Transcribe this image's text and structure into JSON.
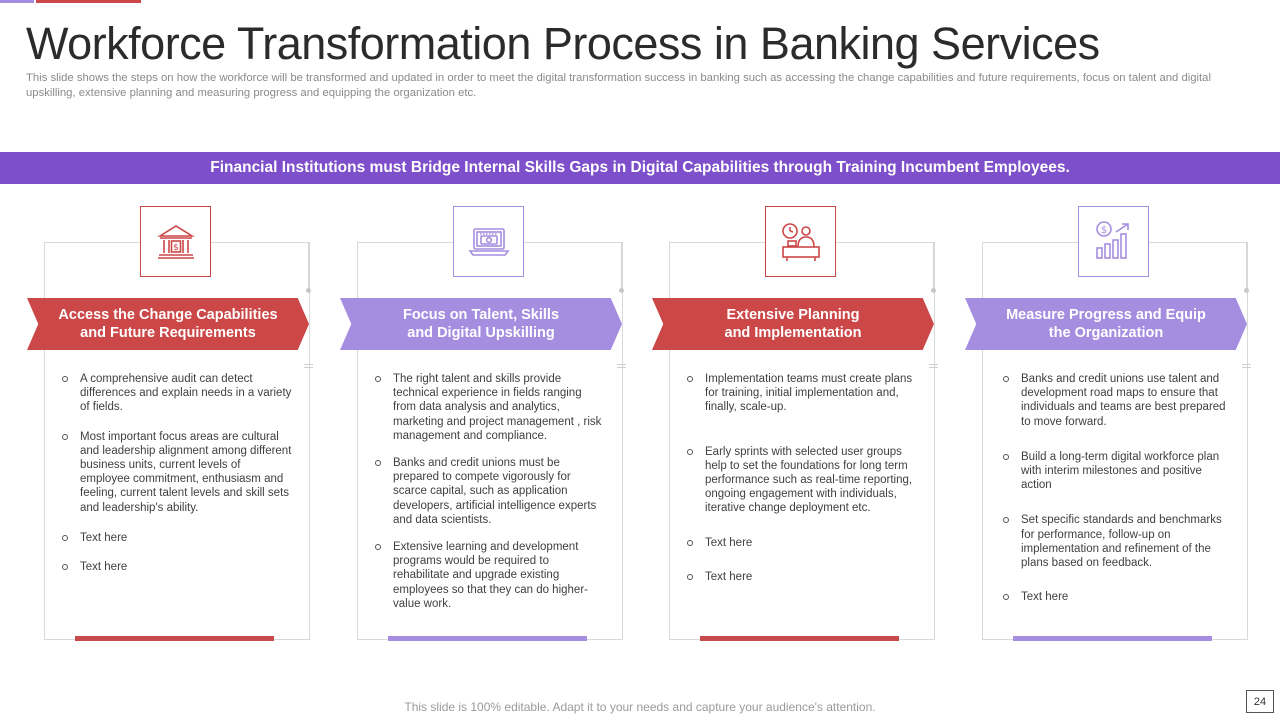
{
  "colors": {
    "red": "#cc4747",
    "lavender": "#a58ee0",
    "banner": "#7d4fca",
    "accent_bar": "#c94a4a"
  },
  "title": "Workforce Transformation Process in Banking Services",
  "subtitle": "This slide shows the steps on how the workforce will be transformed and updated in order to meet the digital transformation success in banking such as accessing the change capabilities and future requirements, focus on talent and digital upskilling, extensive planning and measuring progress and equipping the organization etc.",
  "banner": "Financial Institutions  must Bridge Internal Skills  Gaps in Digital Capabilities through Training Incumbent Employees.",
  "steps": [
    {
      "heading_line1": "Access the Change Capabilities",
      "heading_line2": "and Future Requirements",
      "icon": "bank-icon",
      "color": "red",
      "bullets": [
        "A comprehensive audit can detect differences and explain needs in a variety  of fields.",
        "Most important focus areas are cultural and leadership alignment among different business units, current levels of employee commitment, enthusiasm and feeling, current talent levels and skill sets and leadership's ability.",
        "Text here",
        "Text here"
      ]
    },
    {
      "heading_line1": "Focus on Talent, Skills",
      "heading_line2": "and Digital Upskilling",
      "icon": "laptop-payment-icon",
      "color": "lavender",
      "bullets": [
        "The right talent and skills provide technical experience in fields ranging from data analysis and analytics, marketing and project management , risk management and compliance.",
        "Banks and credit unions must be prepared to compete vigorously for scarce capital, such as application developers, artificial intelligence experts and data scientists.",
        "Extensive learning and development programs would be required to rehabilitate and upgrade existing employees so that they can do higher-value work."
      ]
    },
    {
      "heading_line1": "Extensive Planning",
      "heading_line2": "and Implementation",
      "icon": "clock-worker-icon",
      "color": "red",
      "bullets": [
        "Implementation teams must create plans for training, initial implementation and, finally, scale-up.",
        "Early sprints with selected user groups help to set the foundations for long term performance such as real-time reporting, ongoing engagement with individuals, iterative change deployment etc.",
        "Text here",
        "Text here"
      ]
    },
    {
      "heading_line1": "Measure Progress and Equip",
      "heading_line2": "the Organization",
      "icon": "dollar-growth-chart-icon",
      "color": "lavender",
      "bullets": [
        "Banks and credit unions use talent and development road maps to ensure that individuals and teams are best prepared to move forward.",
        "Build a long-term digital workforce plan with interim milestones and positive action",
        "Set specific standards and benchmarks for performance, follow-up on implementation and refinement of the plans based on feedback.",
        "Text here"
      ]
    }
  ],
  "footer": "This slide is 100% editable. Adapt it to your needs and capture your audience's attention.",
  "page_number": "24"
}
